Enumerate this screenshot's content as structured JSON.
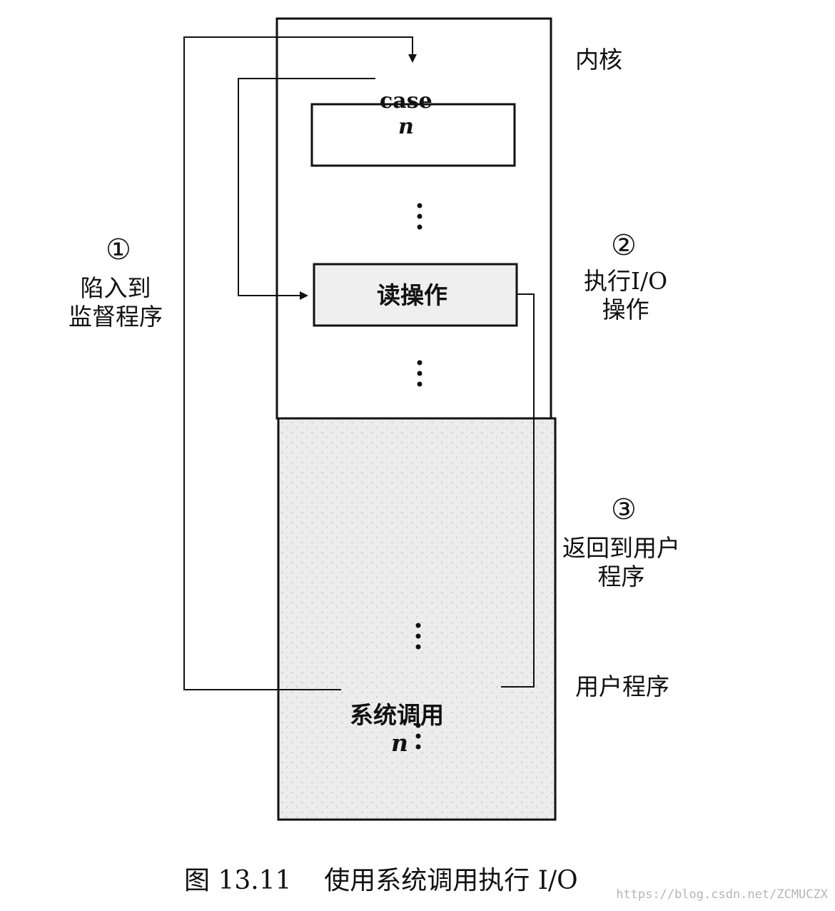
{
  "kernel": {
    "label": "内核",
    "case_label": "case",
    "case_var": "n",
    "read_op": "读操作"
  },
  "user_program": {
    "label": "用户程序",
    "syscall_label": "系统调用",
    "syscall_var": "n"
  },
  "steps": [
    {
      "number": "①",
      "text": "陷入到\n监督程序"
    },
    {
      "number": "②",
      "text": "执行I/O\n操作"
    },
    {
      "number": "③",
      "text": "返回到用户\n程序"
    }
  ],
  "ellipsis": "⋮",
  "caption": "图 13.11    使用系统调用执行 I/O",
  "watermark": "https://blog.csdn.net/ZCMUCZX"
}
